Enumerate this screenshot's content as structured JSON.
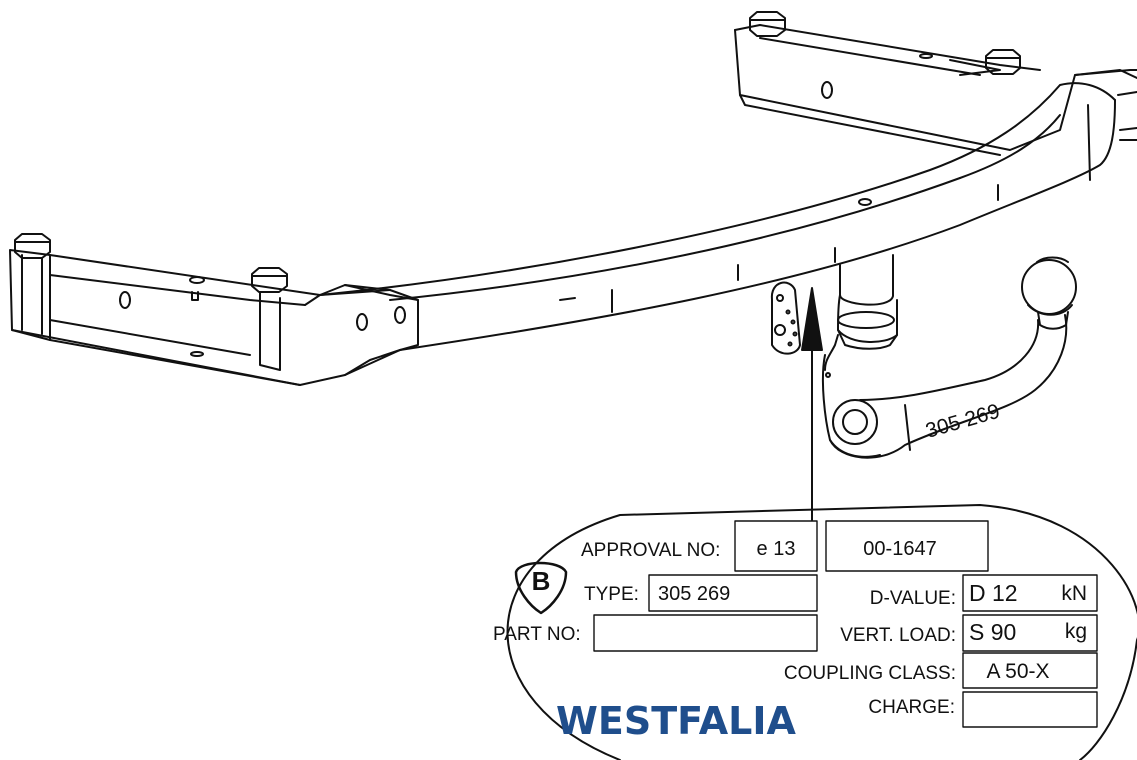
{
  "engraving": "305 269",
  "plate": {
    "symbol_letter": "B",
    "approval_label": "APPROVAL NO:",
    "approval_prefix": "e 13",
    "approval_number": "00-1647",
    "type_label": "TYPE:",
    "type_value": "305 269",
    "part_label": "PART NO:",
    "part_value": "",
    "dvalue_label": "D-VALUE:",
    "dvalue_value": "D 12",
    "dvalue_unit": "kN",
    "vertload_label": "VERT. LOAD:",
    "vertload_value": "S 90",
    "vertload_unit": "kg",
    "class_label": "COUPLING CLASS:",
    "class_value": "A 50-X",
    "charge_label": "CHARGE:",
    "charge_value": "",
    "brand": "WESTFALIA"
  },
  "colors": {
    "line": "#111111",
    "brand": "#1f4e8c"
  }
}
